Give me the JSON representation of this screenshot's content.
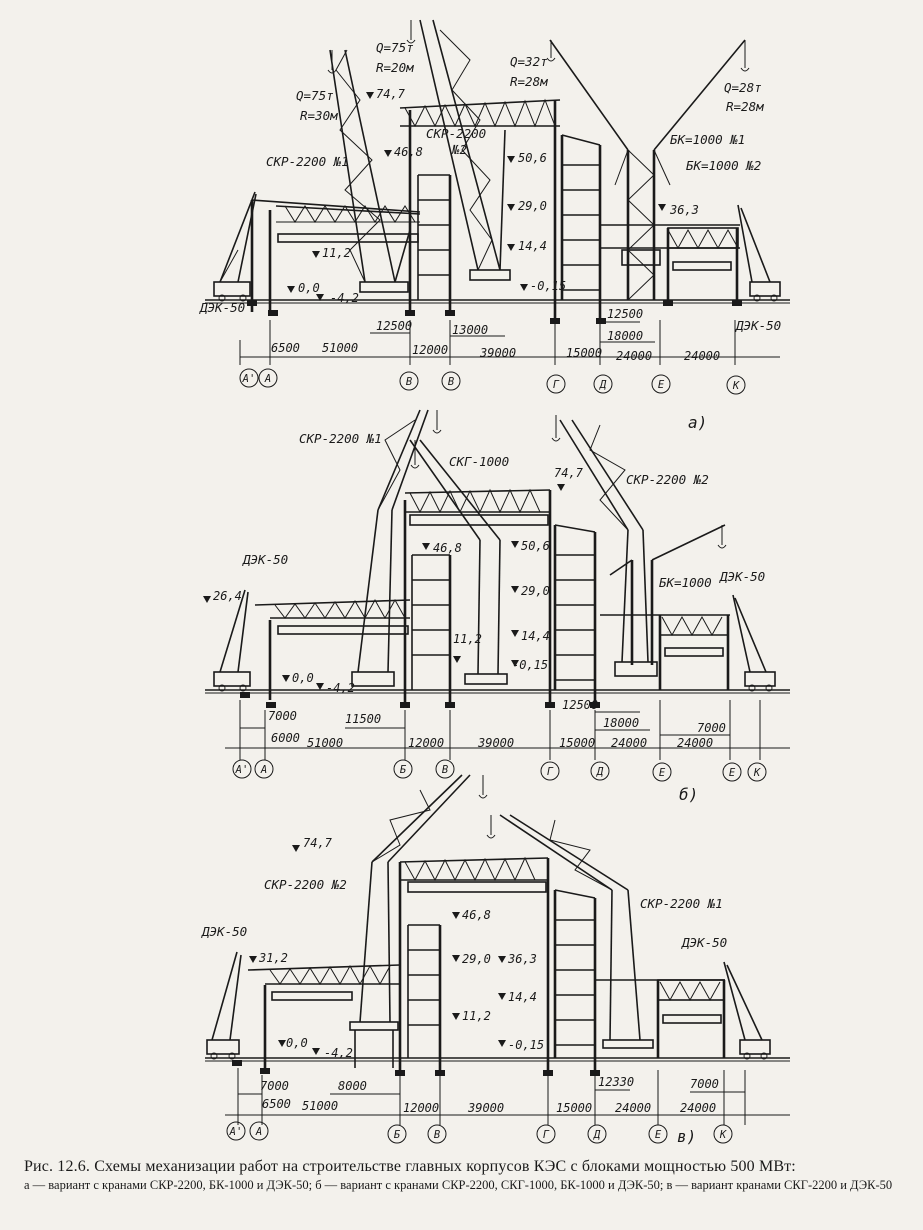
{
  "figure": {
    "caption_title": "Рис. 12.6. Схемы механизации работ на строительстве главных корпусов КЭС с блоками мощностью 500 МВт:",
    "caption_legend": "а — вариант с кранами СКР-2200, БК-1000 и ДЭК-50; б — вариант с кранами СКР-2200, СКГ-1000, БК-1000 и ДЭК-50; в — вариант кранами СКГ-2200 и ДЭК-50"
  },
  "schemes": {
    "a": {
      "variant": "а)",
      "cranes": {
        "dek_left": "ДЭК-50",
        "skr1": "СКР-2200 №1",
        "skr2_a": "СКР-2200",
        "skr2_b": "№2",
        "bk1": "БК=1000 №1",
        "bk2": "БК=1000 №2",
        "dek_right": "ДЭК-50"
      },
      "loads": {
        "q1": "Q=75т",
        "r1": "R=30м",
        "q2": "Q=75т",
        "r2": "R=20м",
        "q3": "Q=32т",
        "r3": "R=28м",
        "q4": "Q=28т",
        "r4": "R=28м"
      },
      "levels": {
        "l747": "74,7",
        "l468": "46,8",
        "l506": "50,6",
        "l290": "29,0",
        "l144": "14,4",
        "l112": "11,2",
        "l00": "0,0",
        "l42": "-4,2",
        "l015": "-0,15",
        "l363": "36,3"
      },
      "dims": {
        "d6500": "6500",
        "d51000": "51000",
        "d12000": "12000",
        "d39000": "39000",
        "d15000": "15000",
        "d24000a": "24000",
        "d24000b": "24000",
        "d12500a": "12500",
        "d13000": "13000",
        "d12500b": "12500",
        "d18000": "18000"
      },
      "axes": [
        "А'",
        "А",
        "В",
        "В",
        "Г",
        "Д",
        "Е",
        "К"
      ]
    },
    "b": {
      "variant": "б)",
      "cranes": {
        "skr1": "СКР-2200 №1",
        "skg": "СКГ-1000",
        "skr2": "СКР-2200 №2",
        "dek_left": "ДЭК-50",
        "bk": "БК=1000",
        "dek_right": "ДЭК-50"
      },
      "levels": {
        "l747": "74,7",
        "l264": "26,4",
        "l468": "46,8",
        "l506": "50,6",
        "l290": "29,0",
        "l112": "11,2",
        "l144": "14,4",
        "l015": "-0,15",
        "l00": "0,0",
        "l42": "-4,2"
      },
      "dims": {
        "d7000a": "7000",
        "d6000": "6000",
        "d51000": "51000",
        "d11500": "11500",
        "d12000": "12000",
        "d39000": "39000",
        "d15000": "15000",
        "d12500": "12500",
        "d18000": "18000",
        "d24000a": "24000",
        "d7000b": "7000",
        "d24000b": "24000"
      },
      "axes": [
        "А'",
        "А",
        "Б",
        "В",
        "Г",
        "Д",
        "Е",
        "Е",
        "К"
      ]
    },
    "c": {
      "variant": "в)",
      "cranes": {
        "skr2": "СКР-2200 №2",
        "skr1": "СКР-2200 №1",
        "dek_left": "ДЭК-50",
        "dek_right": "ДЭК-50"
      },
      "levels": {
        "l747": "74,7",
        "l312": "31,2",
        "l468": "46,8",
        "l290": "29,0",
        "l363": "36,3",
        "l144": "14,4",
        "l112": "11,2",
        "l015": "-0,15",
        "l00": "0,0",
        "l42": "-4,2"
      },
      "dims": {
        "d7000a": "7000",
        "d6500": "6500",
        "d8000": "8000",
        "d51000": "51000",
        "d12000": "12000",
        "d39000": "39000",
        "d15000": "15000",
        "d12330": "12330",
        "d24000a": "24000",
        "d24000b": "24000",
        "d7000b": "7000"
      },
      "axes": [
        "А'",
        "А",
        "Б",
        "В",
        "Г",
        "Д",
        "Е",
        "К"
      ]
    }
  },
  "colors": {
    "ink": "#1a1a1a",
    "paper": "#f3f1ec"
  }
}
